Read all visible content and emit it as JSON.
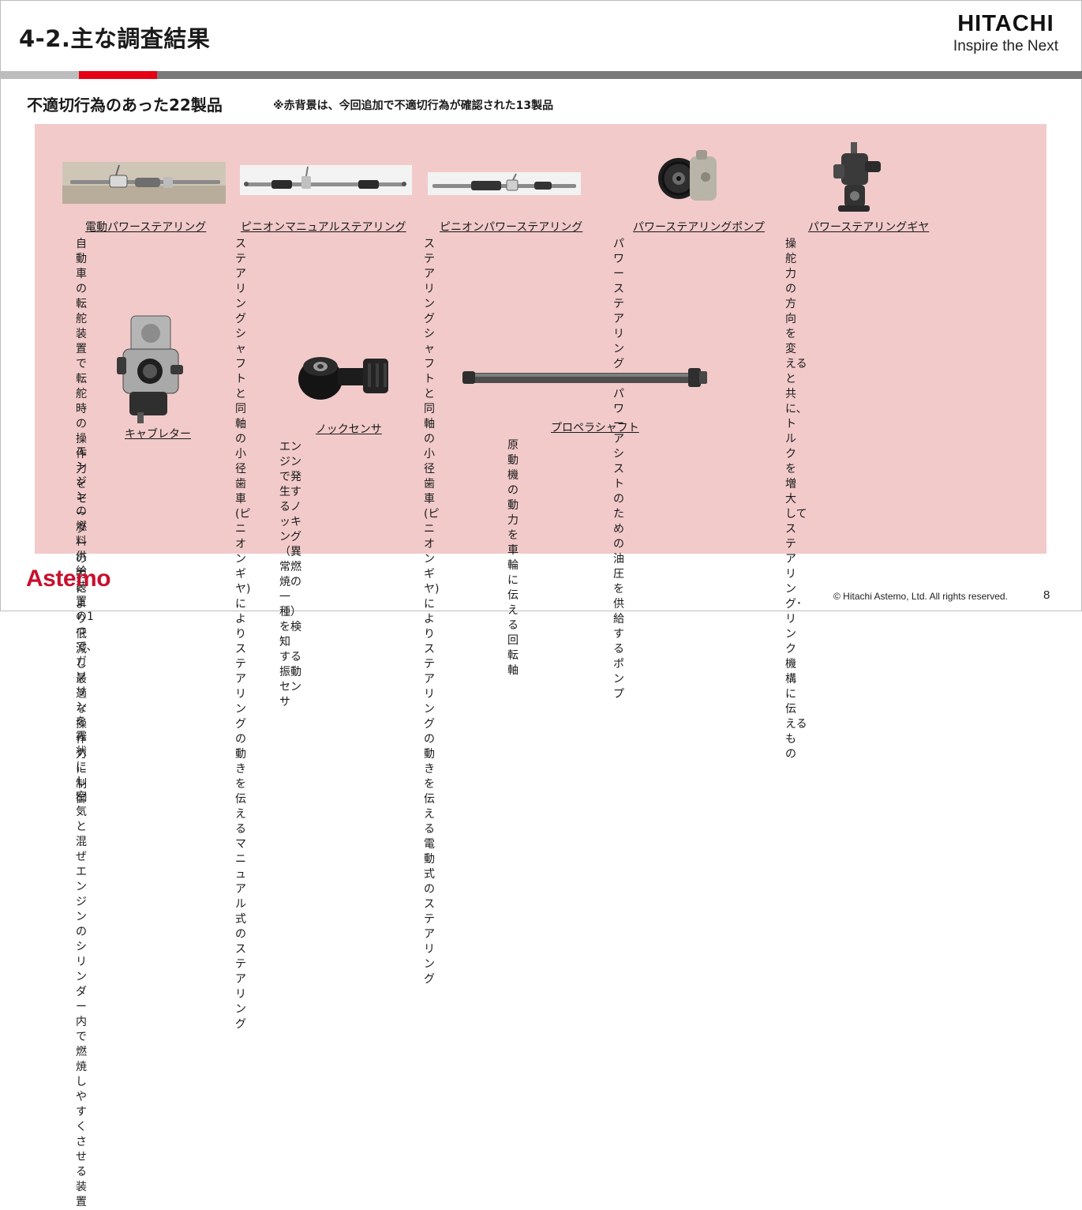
{
  "header": {
    "title": "4-2.主な調査結果",
    "logo_word": "HITACHI",
    "logo_tagline": "Inspire the Next"
  },
  "subtitle": "不適切行為のあった22製品",
  "note": "※赤背景は、今回追加で不適切行為が確認された13製品",
  "colors": {
    "accent_red": "#e60012",
    "panel_pink": "#f2caca",
    "brand_red": "#c8102e"
  },
  "products": [
    {
      "name": "電動パワーステアリング",
      "desc": [
        "自動車の転舵装置で転",
        "舵時の操作力をモーターの",
        "力により低減し最適な操",
        "作力に制御"
      ],
      "image": "electric-power-steering-photo"
    },
    {
      "name": "ピニオンマニュアルステアリング",
      "desc": [
        "ステアリングシャフトと同軸の小",
        "径歯車(ピニオンギヤ)によりステ",
        "アリングの動きを伝えるマニュア",
        "ル式のステアリング"
      ],
      "image": "pinion-manual-steering-photo"
    },
    {
      "name": "ピニオンパワーステアリング",
      "desc": [
        "ステアリングシャフトと同軸の小",
        "径歯車(ピニオンギヤ)によりステ",
        "アリングの動きを伝える電動式の",
        "ステアリング"
      ],
      "image": "pinion-power-steering-photo"
    },
    {
      "name": "パワーステアリングポンプ",
      "desc": [
        "パワーステアリングのパワーアシス",
        "トのための油圧を供給するポン",
        "プ"
      ],
      "image": "power-steering-pump-photo"
    },
    {
      "name": "パワーステアリングギヤ",
      "desc": [
        "操舵力の方向を変えると共に、",
        "トルクを増大してステアリング･リ",
        "ンク機構に伝えるもの"
      ],
      "image": "power-steering-gear-photo"
    },
    {
      "name": "キャブレター",
      "desc": [
        "エンジンの燃料供給装置の1つで、",
        "ガソリンを霧状にし空気と混ぜエン",
        "ジンのシリンダー内で燃焼しやすく",
        "させる装置"
      ],
      "image": "carburetor-photo"
    },
    {
      "name": "ノックセンサ",
      "desc": [
        "エンジンで発生するノッキング",
        "（異常燃焼の一種）を検知",
        "する振動センサ"
      ],
      "image": "knock-sensor-photo"
    },
    {
      "name": "プロペラシャフト",
      "desc": [
        "原動機の動力を車輪に伝える回転軸"
      ],
      "image": "propeller-shaft-photo"
    }
  ],
  "footer": {
    "brand": "Astemo",
    "copyright": "© Hitachi Astemo, Ltd. All rights reserved.",
    "page_number": "8"
  }
}
